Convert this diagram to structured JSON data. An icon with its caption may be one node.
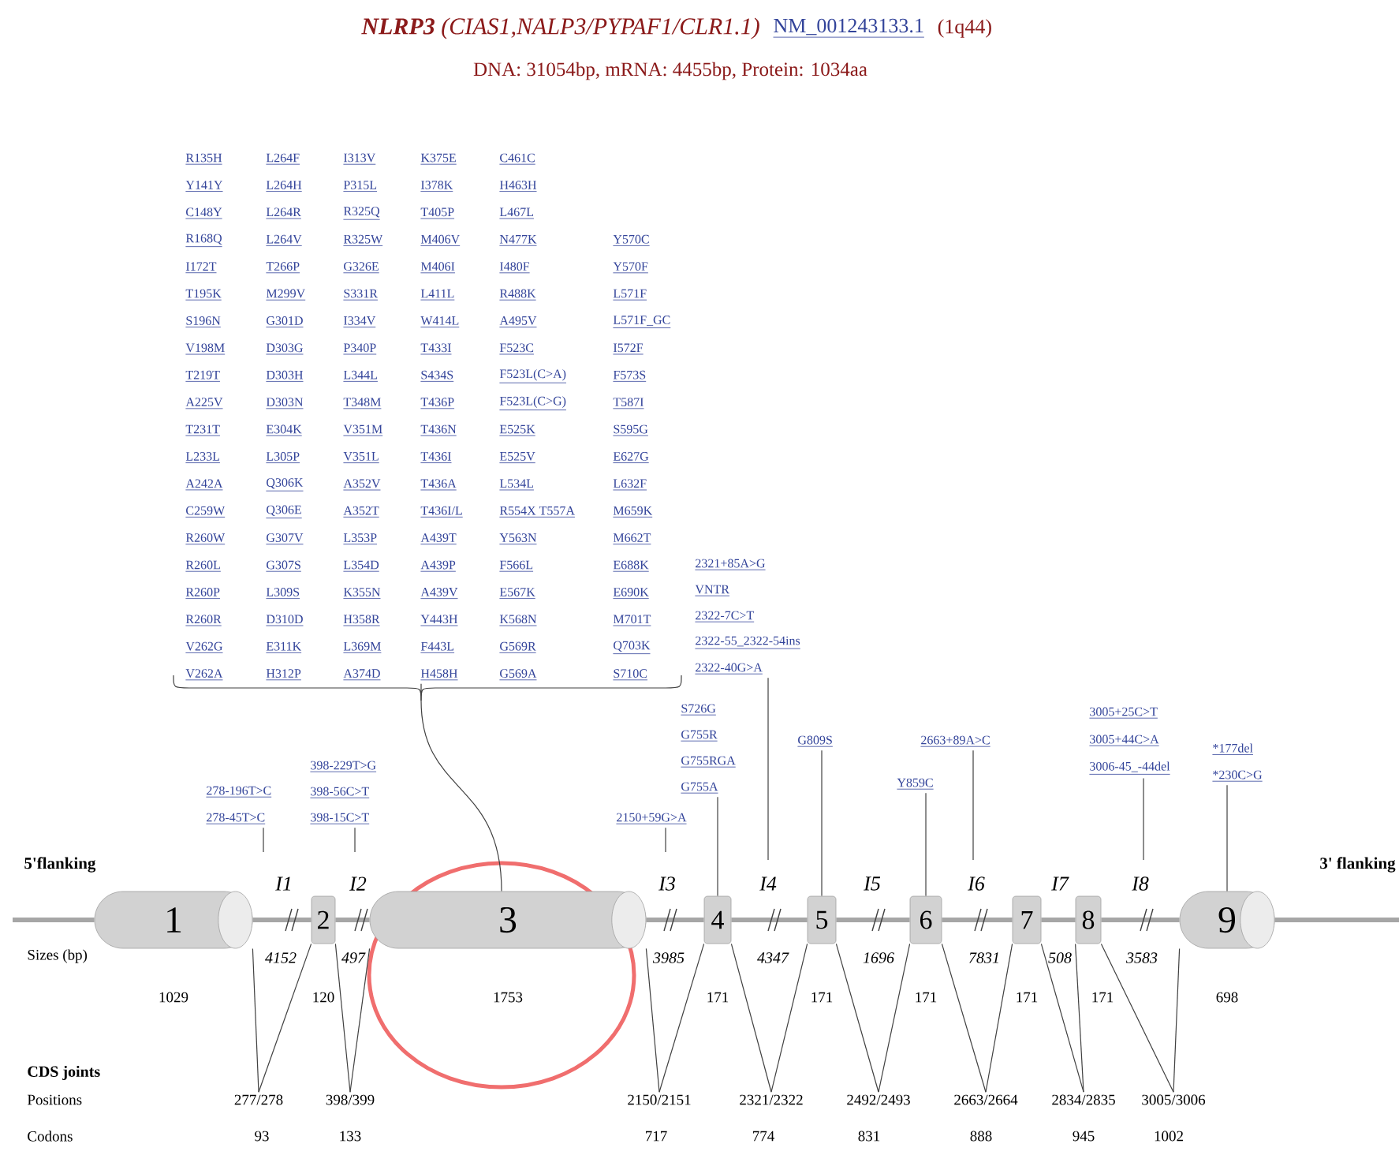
{
  "diagram": {
    "title": "**NLRP3** (CIAS1,NALP3/PYPAF1/CLR1.1)",
    "nodes": [
      {
        "text": [
          "1"
        ],
        "beside": [
          "1029"
        ]
      },
      {
        "text": [
          "2"
        ],
        "beside": [
          "120"
        ]
      },
      {
        "text": [
          "3"
        ],
        "beside": [
          "1753"
        ]
      },
      {
        "text": [
          "4"
        ],
        "beside": [
          "171"
        ]
      },
      {
        "text": [
          "5"
        ],
        "beside": [
          "171"
        ]
      },
      {
        "text": [
          "6"
        ],
        "beside": [
          "171"
        ]
      },
      {
        "text": [
          "7"
        ],
        "beside": [
          "171"
        ]
      },
      {
        "text": [
          "8"
        ],
        "beside": [
          "171"
        ]
      },
      {
        "text": [
          "9"
        ],
        "beside": [
          "698"
        ]
      },
      {
        "text": [
          "R135H",
          "Y141Y",
          "C148Y",
          "R168Q",
          "I172T",
          "T195K",
          "S196N",
          "V198M",
          "T219T",
          "A225V",
          "T231T",
          "L233L",
          "A242A",
          "C259W",
          "R260W",
          "R260L",
          "R260P",
          "R260R",
          "V262G",
          "V262A",
          "L264F",
          "L264H",
          "L264R",
          "L264V",
          "T266P",
          "M299V",
          "G301D",
          "D303G",
          "D303H",
          "D303N",
          "E304K",
          "L305P",
          "Q306K",
          "Q306E",
          "G307V",
          "G307S",
          "L309S",
          "D310D",
          "E311K",
          "H312P",
          "I313V",
          "P315L",
          "R325Q",
          "R325W",
          "G326E",
          "S331R",
          "I334V",
          "P340P",
          "L344L",
          "T348M",
          "V351M",
          "V351L",
          "A352V",
          "A352T",
          "L353P",
          "L354D",
          "K355N",
          "H358R",
          "L369M",
          "A374D",
          "K375E",
          "I378K",
          "T405P",
          "M406V",
          "M406I",
          "L411L",
          "W414L",
          "T433I",
          "S434S",
          "T436P",
          "T436N",
          "T436I",
          "T436A",
          "T436I/L",
          "A439T",
          "A439P",
          "A439V",
          "Y443H",
          "F443L",
          "H458H",
          "C461C",
          "H463H",
          "L467L",
          "N477K",
          "I480F",
          "R488K",
          "A495V",
          "F523C",
          "F523L(C>A)",
          "F523L(C>G)",
          "E525K",
          "E525V",
          "L534L",
          "R554X T557A",
          "Y563N",
          "F566L",
          "E567K",
          "K568N",
          "G569R",
          "G569A",
          "Y570C",
          "Y570F",
          "L571F",
          "L571F_GC",
          "I572F",
          "F573S",
          "T587I",
          "S595G",
          "E627G",
          "L632F",
          "M659K",
          "M662T",
          "E688K",
          "E690K",
          "M701T",
          "Q703K",
          "S710C"
        ]
      },
      {
        "text": [
          "278-196T>C",
          "278-45T>C"
        ]
      },
      {
        "text": [
          "398-229T>G",
          "398-56C>T",
          "398-15C>T"
        ]
      },
      {
        "text": [
          "2150+59G>A"
        ]
      },
      {
        "text": [
          "S726G",
          "G755R",
          "G755RGA",
          "G755A"
        ]
      },
      {
        "text": [
          "2321+85A>G",
          "VNTR",
          "2322-7C>T",
          "2322-55_2322-54ins",
          "2322-40G>A"
        ]
      },
      {
        "text": [
          "G809S"
        ]
      },
      {
        "text": [
          "Y859C"
        ]
      },
      {
        "text": [
          "2663+89A>C"
        ]
      },
      {
        "text": [
          "3005+25C>T",
          "3005+44C>A",
          "3006-45_-44del"
        ]
      },
      {
        "text": [
          "*177del",
          "*230C>G"
        ]
      },
      {
        "text": [
          "277/278"
        ]
      },
      {
        "text": [
          "398/399"
        ]
      },
      {
        "text": [
          "2150/2151"
        ]
      },
      {
        "text": [
          "2321/2322"
        ]
      },
      {
        "text": [
          "2492/2493"
        ]
      },
      {
        "text": [
          "2663/2664"
        ]
      },
      {
        "text": [
          "2834/2835"
        ]
      },
      {
        "text": [
          "3005/3006"
        ]
      }
    ],
    "edges": [
      {
        "from": null,
        "to": 0,
        "arrow": "none",
        "style": "thick",
        "color": "#a6a6a6"
      },
      {
        "from": 0,
        "to": 1,
        "arrow": "none",
        "style": "thick",
        "color": "#a6a6a6"
      },
      {
        "from": 1,
        "to": 2,
        "arrow": "none",
        "style": "thick",
        "color": "#a6a6a6"
      },
      {
        "from": 2,
        "to": 3,
        "arrow": "none",
        "style": "thick",
        "color": "#a6a6a6"
      },
      {
        "from": 3,
        "to": 4,
        "arrow": "none",
        "style": "thick",
        "color": "#a6a6a6"
      },
      {
        "from": 4,
        "to": 5,
        "arrow": "none",
        "style": "thick",
        "color": "#a6a6a6"
      },
      {
        "from": 5,
        "to": 6,
        "arrow": "none",
        "style": "thick",
        "color": "#a6a6a6"
      },
      {
        "from": 6,
        "to": 7,
        "arrow": "none",
        "style": "thick",
        "color": "#a6a6a6"
      },
      {
        "from": 7,
        "to": 8,
        "arrow": "none",
        "style": "thick",
        "color": "#a6a6a6"
      },
      {
        "from": 8,
        "to": null,
        "arrow": "none",
        "style": "thick",
        "color": "#a6a6a6"
      },
      {
        "from": 9,
        "to": 2,
        "arrow": "none"
      },
      {
        "from": 10,
        "to": null,
        "arrow": "none"
      },
      {
        "from": 11,
        "to": null,
        "arrow": "none"
      },
      {
        "from": 12,
        "to": null,
        "arrow": "none"
      },
      {
        "from": 13,
        "to": 3,
        "arrow": "none"
      },
      {
        "from": 14,
        "to": null,
        "arrow": "none"
      },
      {
        "from": 15,
        "to": 4,
        "arrow": "none"
      },
      {
        "from": 16,
        "to": 5,
        "arrow": "none"
      },
      {
        "from": 17,
        "to": null,
        "arrow": "none"
      },
      {
        "from": 18,
        "to": null,
        "arrow": "none"
      },
      {
        "from": 19,
        "to": 8,
        "arrow": "none"
      },
      {
        "from": 20,
        "to": 0,
        "arrow": "none"
      },
      {
        "from": 20,
        "to": 1,
        "arrow": "none"
      },
      {
        "from": 21,
        "to": 1,
        "arrow": "none"
      },
      {
        "from": 21,
        "to": 2,
        "arrow": "none"
      },
      {
        "from": 22,
        "to": 2,
        "arrow": "none"
      },
      {
        "from": 22,
        "to": 3,
        "arrow": "none"
      },
      {
        "from": 23,
        "to": 3,
        "arrow": "none"
      },
      {
        "from": 23,
        "to": 4,
        "arrow": "none"
      },
      {
        "from": 24,
        "to": 4,
        "arrow": "none"
      },
      {
        "from": 24,
        "to": 5,
        "arrow": "none"
      },
      {
        "from": 25,
        "to": 5,
        "arrow": "none"
      },
      {
        "from": 25,
        "to": 6,
        "arrow": "none"
      },
      {
        "from": 26,
        "to": 6,
        "arrow": "none"
      },
      {
        "from": 26,
        "to": 7,
        "arrow": "none"
      },
      {
        "from": 27,
        "to": 7,
        "arrow": "none"
      },
      {
        "from": 27,
        "to": 8,
        "arrow": "none"
      }
    ],
    "labels": [
      "NM_001243133.1",
      "(1q44)",
      "DNA: 31054bp, mRNA: 4455bp, Protein: 1034aa",
      "5'flanking",
      "3' flanking",
      "I1",
      "I2",
      "I3",
      "I4",
      "I5",
      "I6",
      "I7",
      "I8",
      "Sizes (bp)",
      "4152",
      "497",
      "3985",
      "4347",
      "1696",
      "7831",
      "508",
      "3583",
      "CDS joints",
      "Positions",
      "Codons",
      "93",
      "133",
      "717",
      "774",
      "831",
      "888",
      "945",
      "1002"
    ]
  }
}
